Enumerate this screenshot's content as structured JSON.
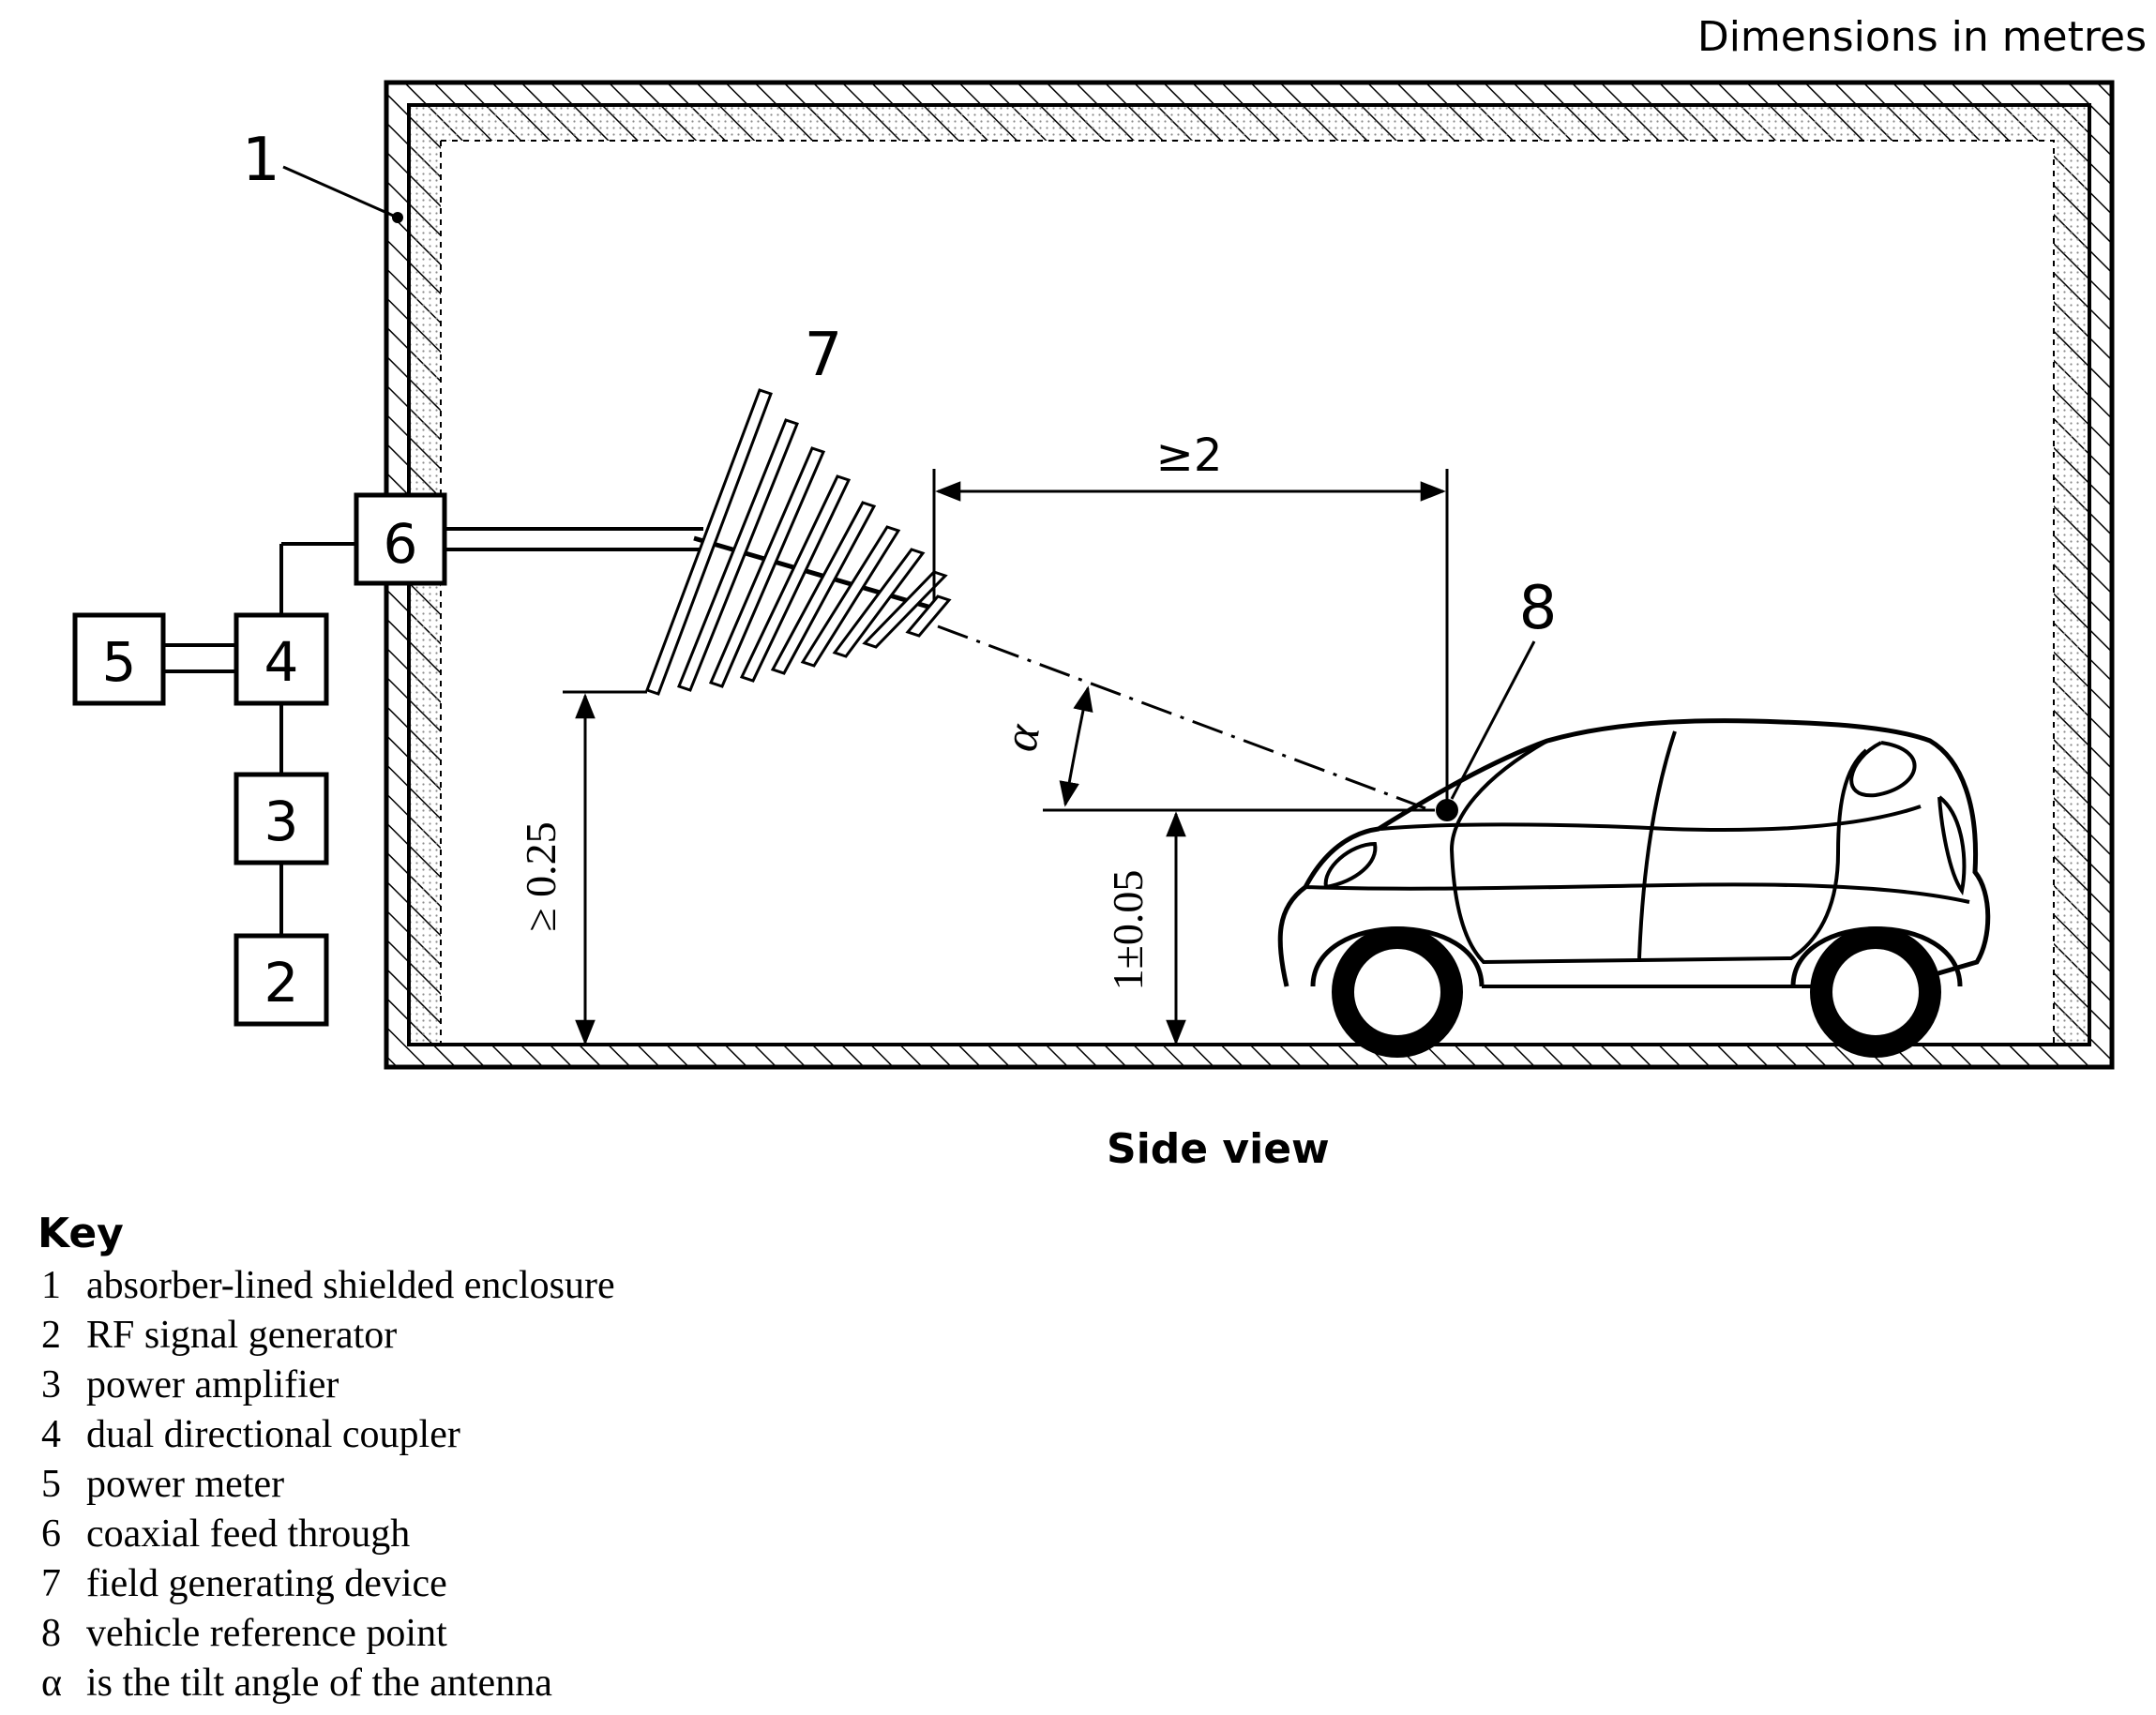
{
  "header": {
    "dimensions_note": "Dimensions in metres"
  },
  "diagram": {
    "labels": {
      "enclosure": "1",
      "signal_generator": "2",
      "power_amplifier": "3",
      "coupler": "4",
      "power_meter": "5",
      "feed_through": "6",
      "antenna": "7",
      "reference_point": "8"
    },
    "dimensions": {
      "distance": "≥2",
      "antenna_height": "≥ 0.25",
      "reference_height": "1±0.05",
      "tilt_angle": "α"
    },
    "caption": "Side view"
  },
  "key": {
    "title": "Key",
    "items": [
      {
        "id": "1",
        "text": "absorber-lined shielded enclosure"
      },
      {
        "id": "2",
        "text": "RF signal generator"
      },
      {
        "id": "3",
        "text": "power amplifier"
      },
      {
        "id": "4",
        "text": "dual directional coupler"
      },
      {
        "id": "5",
        "text": "power meter"
      },
      {
        "id": "6",
        "text": "coaxial feed through"
      },
      {
        "id": "7",
        "text": "field generating device"
      },
      {
        "id": "8",
        "text": "vehicle reference point"
      },
      {
        "id": "α",
        "text": "is the tilt angle of the antenna"
      }
    ]
  }
}
